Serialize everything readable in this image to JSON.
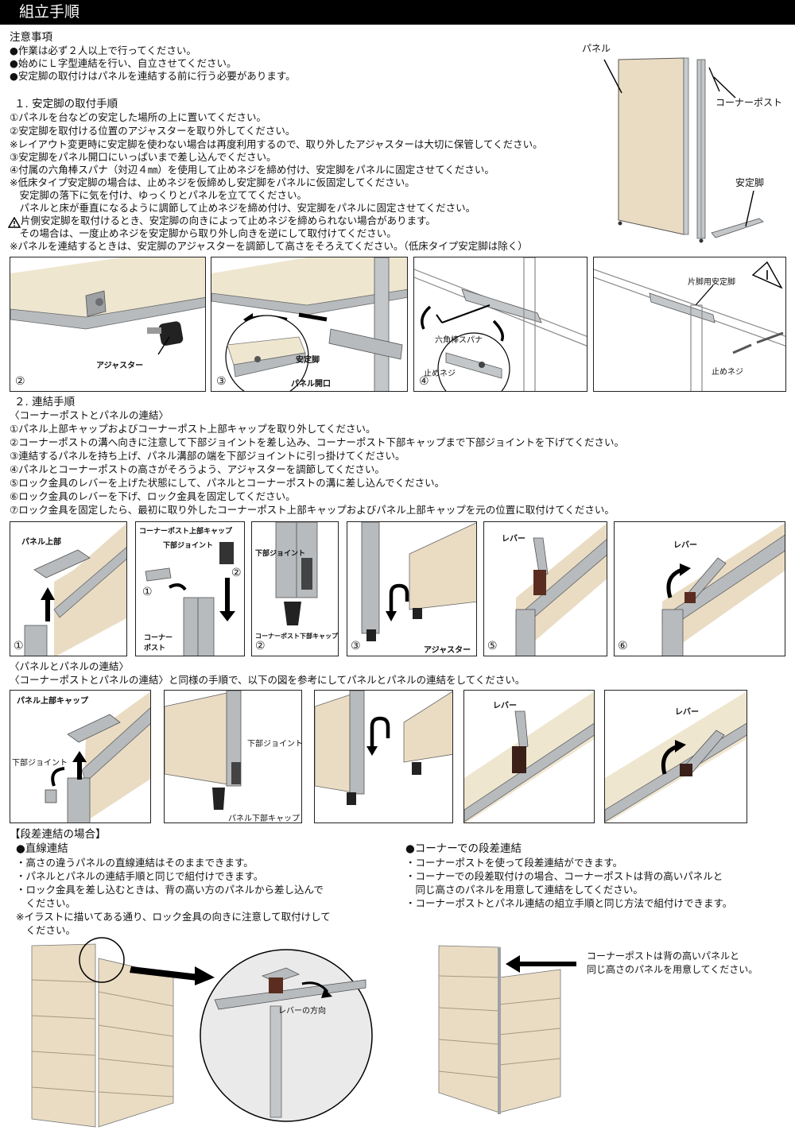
{
  "title": "組立手順",
  "notes": {
    "heading": "注意事項",
    "items": [
      "●作業は必ず２人以上で行ってください。",
      "●始めにＬ字型連結を行い、自立させてください。",
      "●安定脚の取付けはパネルを連結する前に行う必要があります。"
    ]
  },
  "top_figure": {
    "panel": "パネル",
    "corner_post": "コーナーポスト",
    "leg": "安定脚"
  },
  "section1": {
    "heading": "１. 安定脚の取付手順",
    "lines": [
      "①パネルを台などの安定した場所の上に置いてください。",
      "②安定脚を取付ける位置のアジャスターを取り外してください。",
      "※レイアウト変更時に安定脚を使わない場合は再度利用するので、取り外したアジャスターは大切に保管してください。",
      "③安定脚をパネル開口にいっぱいまで差し込んでください。",
      "④付属の六角棒スパナ（対辺４㎜）を使用して止めネジを締め付け、安定脚をパネルに固定させてください。",
      "※低床タイプ安定脚の場合は、止めネジを仮締めし安定脚をパネルに仮固定してください。",
      "　安定脚の落下に気を付け、ゆっくりとパネルを立ててください。",
      "　パネルと床が垂直になるように調節して止めネジを締め付け、安定脚をパネルに固定させてください。",
      "片側安定脚を取付けるとき、安定脚の向きによって止めネジを締められない場合があります。",
      "　その場合は、一度止めネジを安定脚から取り外し向きを逆にして取付けてください。",
      "※パネルを連結するときは、安定脚のアジャスターを調節して高さをそろえてください。（低床タイプ安定脚は除く）"
    ],
    "figs": {
      "f2": {
        "num": "②",
        "adjuster": "アジャスター"
      },
      "f3": {
        "num": "③",
        "leg": "安定脚",
        "opening": "パネル開口"
      },
      "f4": {
        "num": "④",
        "wrench": "六角棒スパナ",
        "screw": "止めネジ"
      },
      "f5": {
        "single_leg": "片脚用安定脚",
        "screw": "止めネジ"
      }
    }
  },
  "section2": {
    "heading": "２. 連結手順",
    "sub1": "〈コーナーポストとパネルの連結〉",
    "lines": [
      "①パネル上部キャップおよびコーナーポスト上部キャップを取り外してください。",
      "②コーナーポストの溝へ向きに注意して下部ジョイントを差し込み、コーナーポスト下部キャップまで下部ジョイントを下げてください。",
      "③連結するパネルを持ち上げ、パネル溝部の端を下部ジョイントに引っ掛けてください。",
      "④パネルとコーナーポストの高さがそろうよう、アジャスターを調節してください。",
      "⑤ロック金具のレバーを上げた状態にして、パネルとコーナーポストの溝に差し込んでください。",
      "⑥ロック金具のレバーを下げ、ロック金具を固定してください。",
      "⑦ロック金具を固定したら、最初に取り外したコーナーポスト上部キャップおよびパネル上部キャップを元の位置に取付けてください。"
    ],
    "row1": {
      "a": {
        "num": "①",
        "label": "パネル上部"
      },
      "b": {
        "num": "①",
        "num2": "②",
        "cap": "コーナーポスト上部キャップ",
        "joint": "下部ジョイント",
        "post": "コーナー\nポスト"
      },
      "c": {
        "num": "②",
        "joint": "下部ジョイント",
        "cap": "コーナーポスト下部キャップ"
      },
      "d": {
        "num": "③",
        "adjuster": "アジャスター"
      },
      "e": {
        "num": "⑤",
        "lever": "レバー"
      },
      "f": {
        "num": "⑥",
        "lever": "レバー"
      }
    },
    "sub2": "〈パネルとパネルの連結〉",
    "sub2_desc": "〈コーナーポストとパネルの連結〉と同様の手順で、以下の図を参考にしてパネルとパネルの連結をしてください。",
    "row2": {
      "a": {
        "cap": "パネル上部キャップ",
        "joint": "下部ジョイント"
      },
      "b": {
        "joint": "下部ジョイント",
        "cap": "パネル下部キャップ"
      },
      "d": {
        "lever": "レバー"
      },
      "e": {
        "lever": "レバー"
      }
    }
  },
  "step_section": {
    "heading": "【段差連結の場合】",
    "left": {
      "heading": "●直線連結",
      "lines": [
        "・高さの違うパネルの直線連結はそのままできます。",
        "・パネルとパネルの連結手順と同じで組付けできます。",
        "・ロック金具を差し込むときは、背の高い方のパネルから差し込んで",
        "　ください。",
        "※イラストに描いてある通り、ロック金具の向きに注意して取付けして",
        "　ください。"
      ],
      "lever_dir": "レバーの方向"
    },
    "right": {
      "heading": "●コーナーでの段差連結",
      "lines": [
        "・コーナーポストを使って段差連結ができます。",
        "・コーナーでの段差取付けの場合、コーナーポストは背の高いパネルと",
        "　同じ高さのパネルを用意して連結をしてください。",
        "・コーナーポストとパネル連結の組立手順と同じ方法で組付けできます。"
      ],
      "note1": "コーナーポストは背の高いパネルと",
      "note2": "同じ高さのパネルを用意してください。"
    }
  },
  "colors": {
    "panel": "#eadcc3",
    "panel_light": "#efe6d0",
    "metal": "#b7bbbe",
    "metal_dark": "#7d8185",
    "ink": "#111111"
  }
}
